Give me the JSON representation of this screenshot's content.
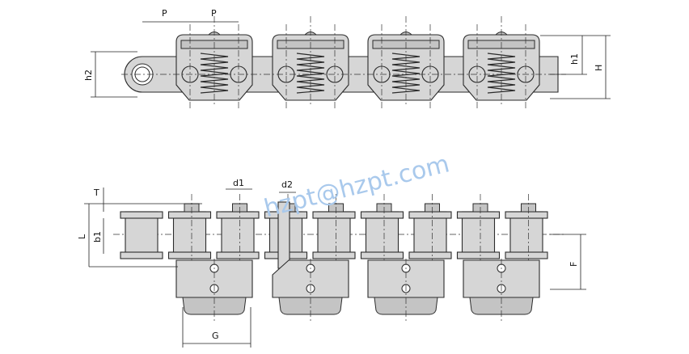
{
  "drawing": {
    "top_view": {
      "pitch_labels": [
        "P",
        "P"
      ],
      "h2": "h2",
      "h1": "h1",
      "H": "H"
    },
    "plan_view": {
      "T": "T",
      "L": "L",
      "b1": "b1",
      "d1": "d1",
      "d2": "d2",
      "F": "F",
      "G": "G"
    },
    "watermark": "hzpt@hzpt.com",
    "colors": {
      "part_fill": "#d6d6d6",
      "outline": "#2b2b2b",
      "watermark": "#9fc3ea"
    }
  }
}
